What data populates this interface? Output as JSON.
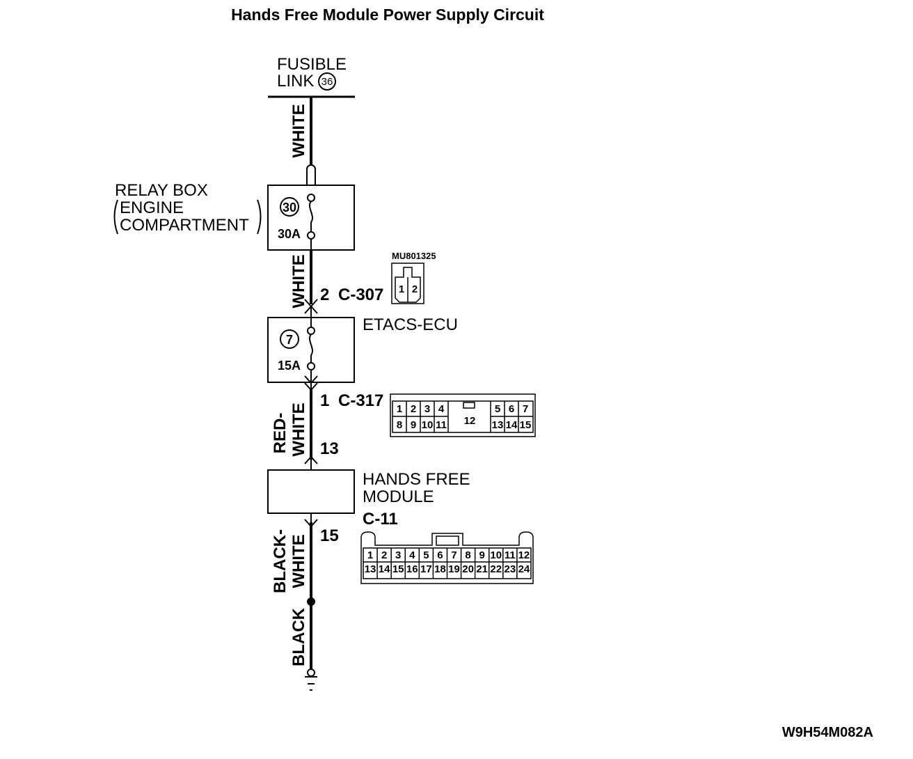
{
  "title": "Hands Free Module Power Supply Circuit",
  "fusible_link": {
    "line1": "FUSIBLE",
    "line2": "LINK",
    "number": "36"
  },
  "relay_box": {
    "label_line1": "RELAY BOX",
    "label_line2": "ENGINE",
    "label_line3": "COMPARTMENT",
    "fuse_number": "30",
    "fuse_rating": "30A"
  },
  "etacs": {
    "label": "ETACS-ECU",
    "fuse_number": "7",
    "fuse_rating": "15A"
  },
  "hands_free_module": {
    "line1": "HANDS FREE",
    "line2": "MODULE"
  },
  "wires": {
    "w1": "WHITE",
    "w2": "WHITE",
    "w3a": "RED-",
    "w3b": "WHITE",
    "w4a": "BLACK-",
    "w4b": "WHITE",
    "w5": "BLACK"
  },
  "connectors": {
    "c307": {
      "pin": "2",
      "name": "C-307",
      "part_no": "MU801325",
      "pins": [
        "1",
        "2"
      ]
    },
    "c317": {
      "pin": "1",
      "name": "C-317",
      "pin2": "13",
      "top_left": [
        "1",
        "2",
        "3",
        "4"
      ],
      "top_right": [
        "5",
        "6",
        "7"
      ],
      "bottom_left": [
        "8",
        "9",
        "10",
        "11"
      ],
      "center": "12",
      "bottom_right": [
        "13",
        "14",
        "15"
      ]
    },
    "c11": {
      "pin": "15",
      "name": "C-11",
      "row1": [
        "1",
        "2",
        "3",
        "4",
        "5",
        "6",
        "7",
        "8",
        "9",
        "10",
        "11",
        "12"
      ],
      "row2": [
        "13",
        "14",
        "15",
        "16",
        "17",
        "18",
        "19",
        "20",
        "21",
        "22",
        "23",
        "24"
      ]
    }
  },
  "figure_code": "W9H54M082A"
}
